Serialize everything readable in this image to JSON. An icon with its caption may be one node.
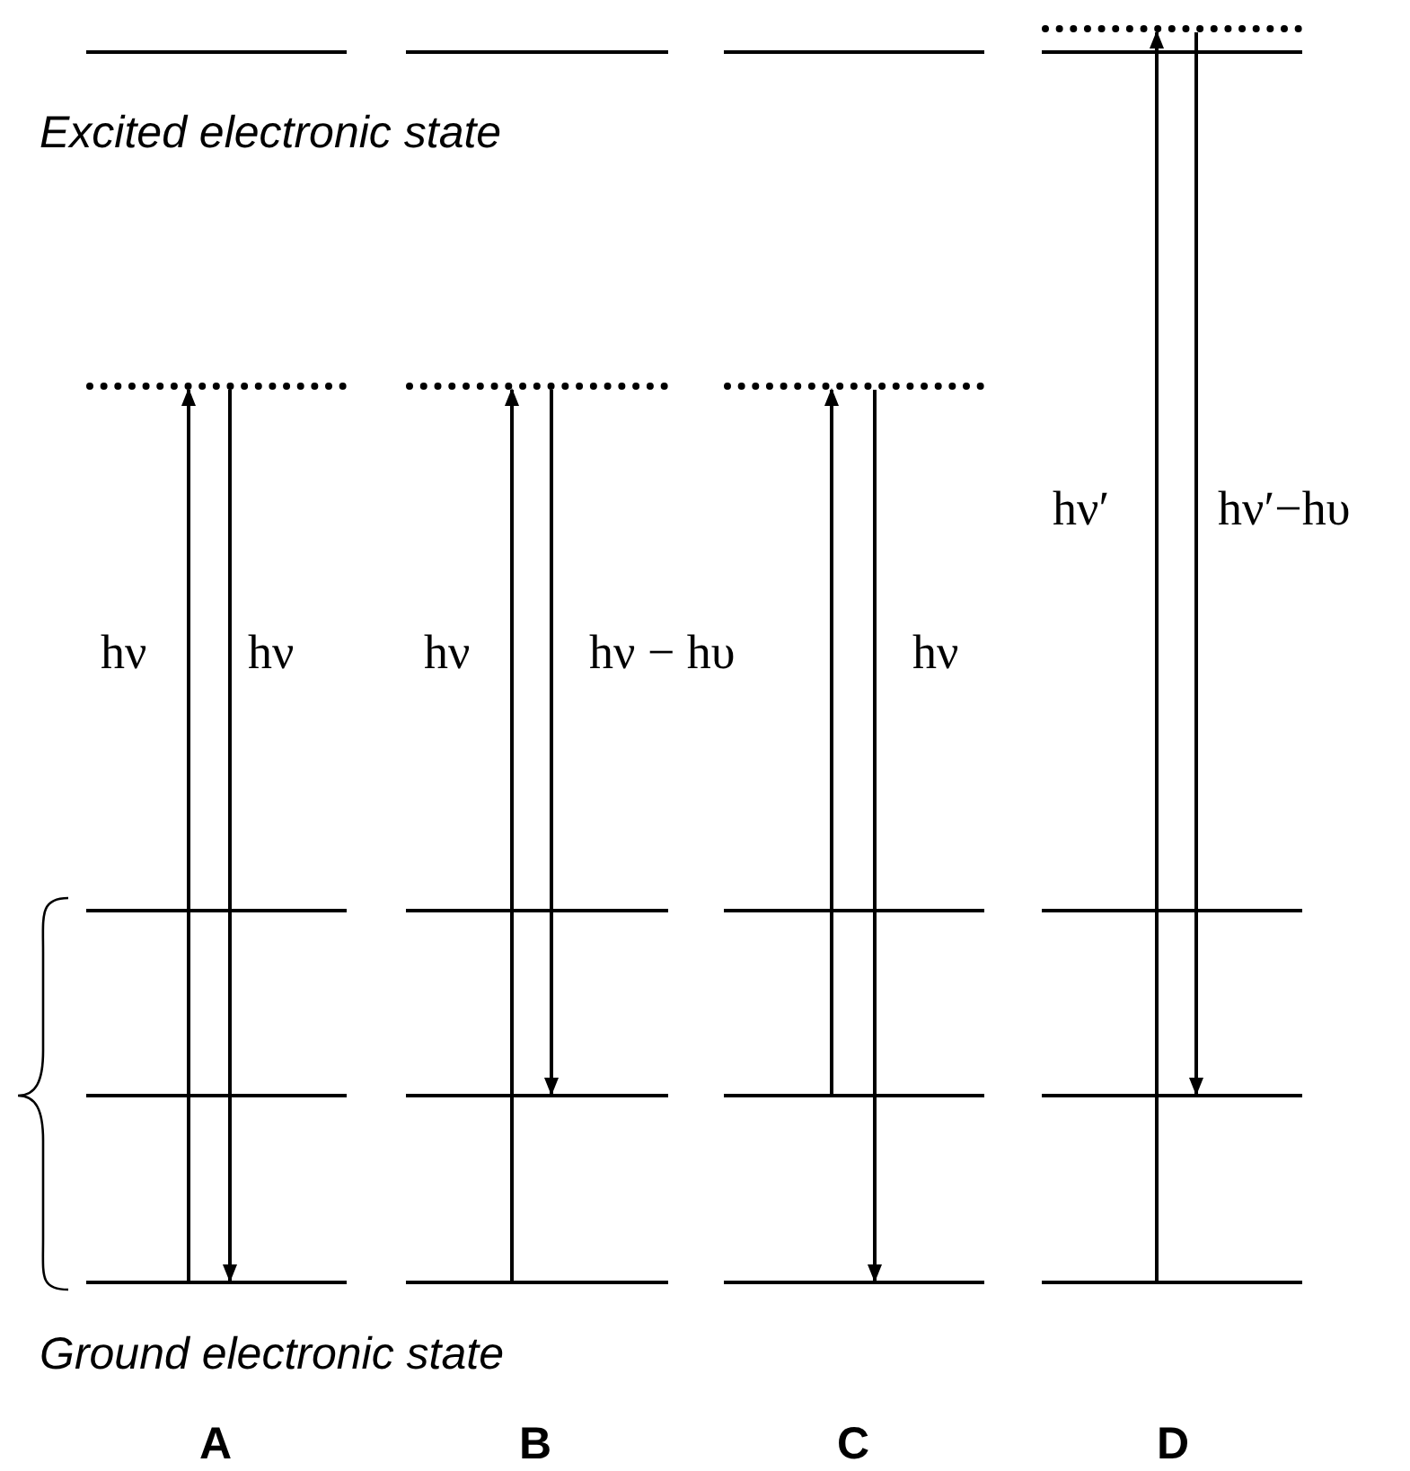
{
  "diagram": {
    "nodes": [
      {
        "text": [],
        "shape": "bar"
      },
      {
        "text": [],
        "shape": "bar"
      },
      {
        "text": [],
        "shape": "bar"
      },
      {
        "text": [],
        "shape": "bar"
      },
      {
        "text": [],
        "shape": "bar"
      },
      {
        "text": [],
        "shape": "bar"
      },
      {
        "text": [],
        "shape": "bar"
      },
      {
        "text": [],
        "shape": "bar"
      },
      {
        "text": [],
        "shape": "bar"
      },
      {
        "text": [],
        "shape": "bar"
      },
      {
        "text": [],
        "shape": "bar"
      },
      {
        "text": [],
        "shape": "bar"
      },
      {
        "text": [],
        "shape": "bar"
      },
      {
        "text": [],
        "shape": "bar"
      },
      {
        "text": [],
        "shape": "bar"
      },
      {
        "text": [],
        "shape": "bar"
      },
      {
        "text": [],
        "shape": "bar"
      },
      {
        "text": [],
        "shape": "bar"
      },
      {
        "text": [],
        "shape": "bar"
      },
      {
        "text": [],
        "shape": "bar"
      }
    ],
    "edges": [
      {
        "from": 4,
        "to": 1,
        "arrow": "to",
        "label": "hν"
      },
      {
        "from": 1,
        "to": 4,
        "arrow": "to",
        "label": "hν"
      },
      {
        "from": 9,
        "to": 6,
        "arrow": "to",
        "label": "hν"
      },
      {
        "from": 6,
        "to": 8,
        "arrow": "to",
        "label": "hν − hυ"
      },
      {
        "from": 13,
        "to": 11,
        "arrow": "to"
      },
      {
        "from": 11,
        "to": 14,
        "arrow": "to",
        "label": "hν"
      },
      {
        "from": 19,
        "to": 15,
        "arrow": "to",
        "label": "hν′"
      },
      {
        "from": 15,
        "to": 18,
        "arrow": "to",
        "label": "hν′−hυ"
      }
    ],
    "labels": [
      "Excited electronic state",
      "Ground electronic state",
      "A",
      "B",
      "C",
      "D"
    ]
  }
}
